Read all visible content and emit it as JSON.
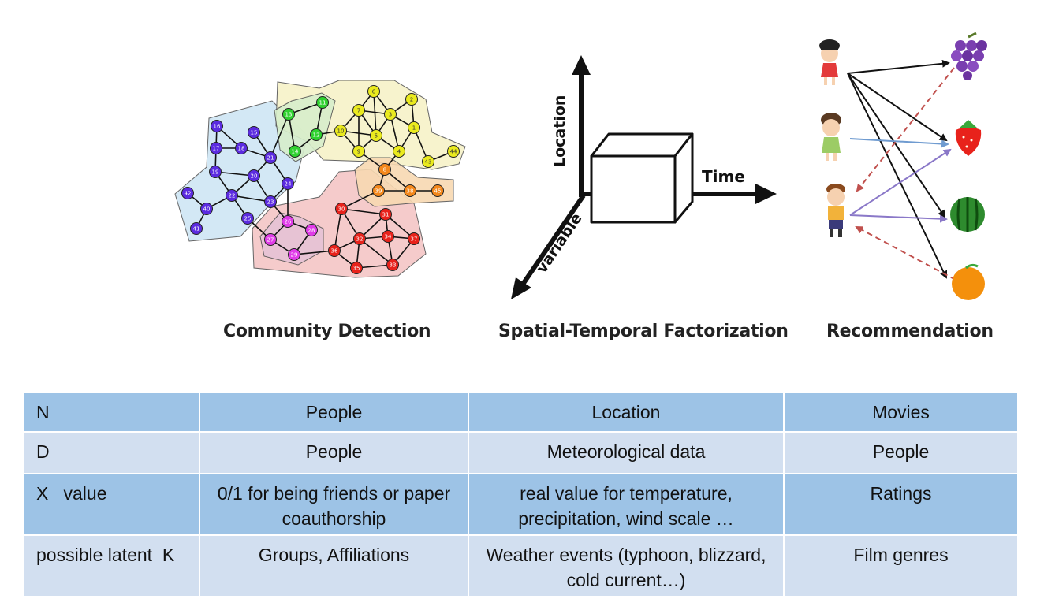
{
  "captions": {
    "community": "Community Detection",
    "spatial": "Spatial-Temporal Factorization",
    "recommendation": "Recommendation"
  },
  "axes": {
    "location": "Location",
    "time": "Time",
    "variable": "variable"
  },
  "graph": {
    "groups": [
      {
        "name": "blue",
        "color": "#5b2be0",
        "hull": "#cfe6f4"
      },
      {
        "name": "green",
        "color": "#2fd12f",
        "hull": "#d7eecb"
      },
      {
        "name": "yellow",
        "color": "#eaea1e",
        "hull": "#f7f2c8"
      },
      {
        "name": "orange",
        "color": "#f4881c",
        "hull": "#f8d9b2"
      },
      {
        "name": "magenta",
        "color": "#e03ce8",
        "hull": "#e6c3d6"
      },
      {
        "name": "red",
        "color": "#e8221b",
        "hull": "#f4c6c6"
      }
    ],
    "nodes": [
      "1",
      "2",
      "3",
      "4",
      "5",
      "6",
      "7",
      "8",
      "9",
      "10",
      "11",
      "12",
      "13",
      "14",
      "15",
      "16",
      "17",
      "18",
      "19",
      "20",
      "21",
      "22",
      "23",
      "24",
      "25",
      "26",
      "27",
      "28",
      "29",
      "30",
      "31",
      "32",
      "33",
      "34",
      "35",
      "36",
      "37",
      "38",
      "39",
      "40",
      "41",
      "42",
      "43",
      "44",
      "45"
    ]
  },
  "recommendation": {
    "people": [
      "girl-red",
      "girl-green",
      "boy"
    ],
    "items": [
      "grapes",
      "strawberry",
      "watermelon",
      "orange"
    ]
  },
  "table": {
    "rows": [
      [
        "N",
        "People",
        "Location",
        "Movies"
      ],
      [
        "D",
        "People",
        "Meteorological data",
        "People"
      ],
      [
        "X   value",
        "0/1 for being friends or paper coauthorship",
        " real value for temperature, precipitation, wind scale …",
        "Ratings"
      ],
      [
        "possible latent  K",
        "Groups, Affiliations",
        "Weather events (typhoon, blizzard, cold current…)",
        "Film genres"
      ]
    ]
  }
}
